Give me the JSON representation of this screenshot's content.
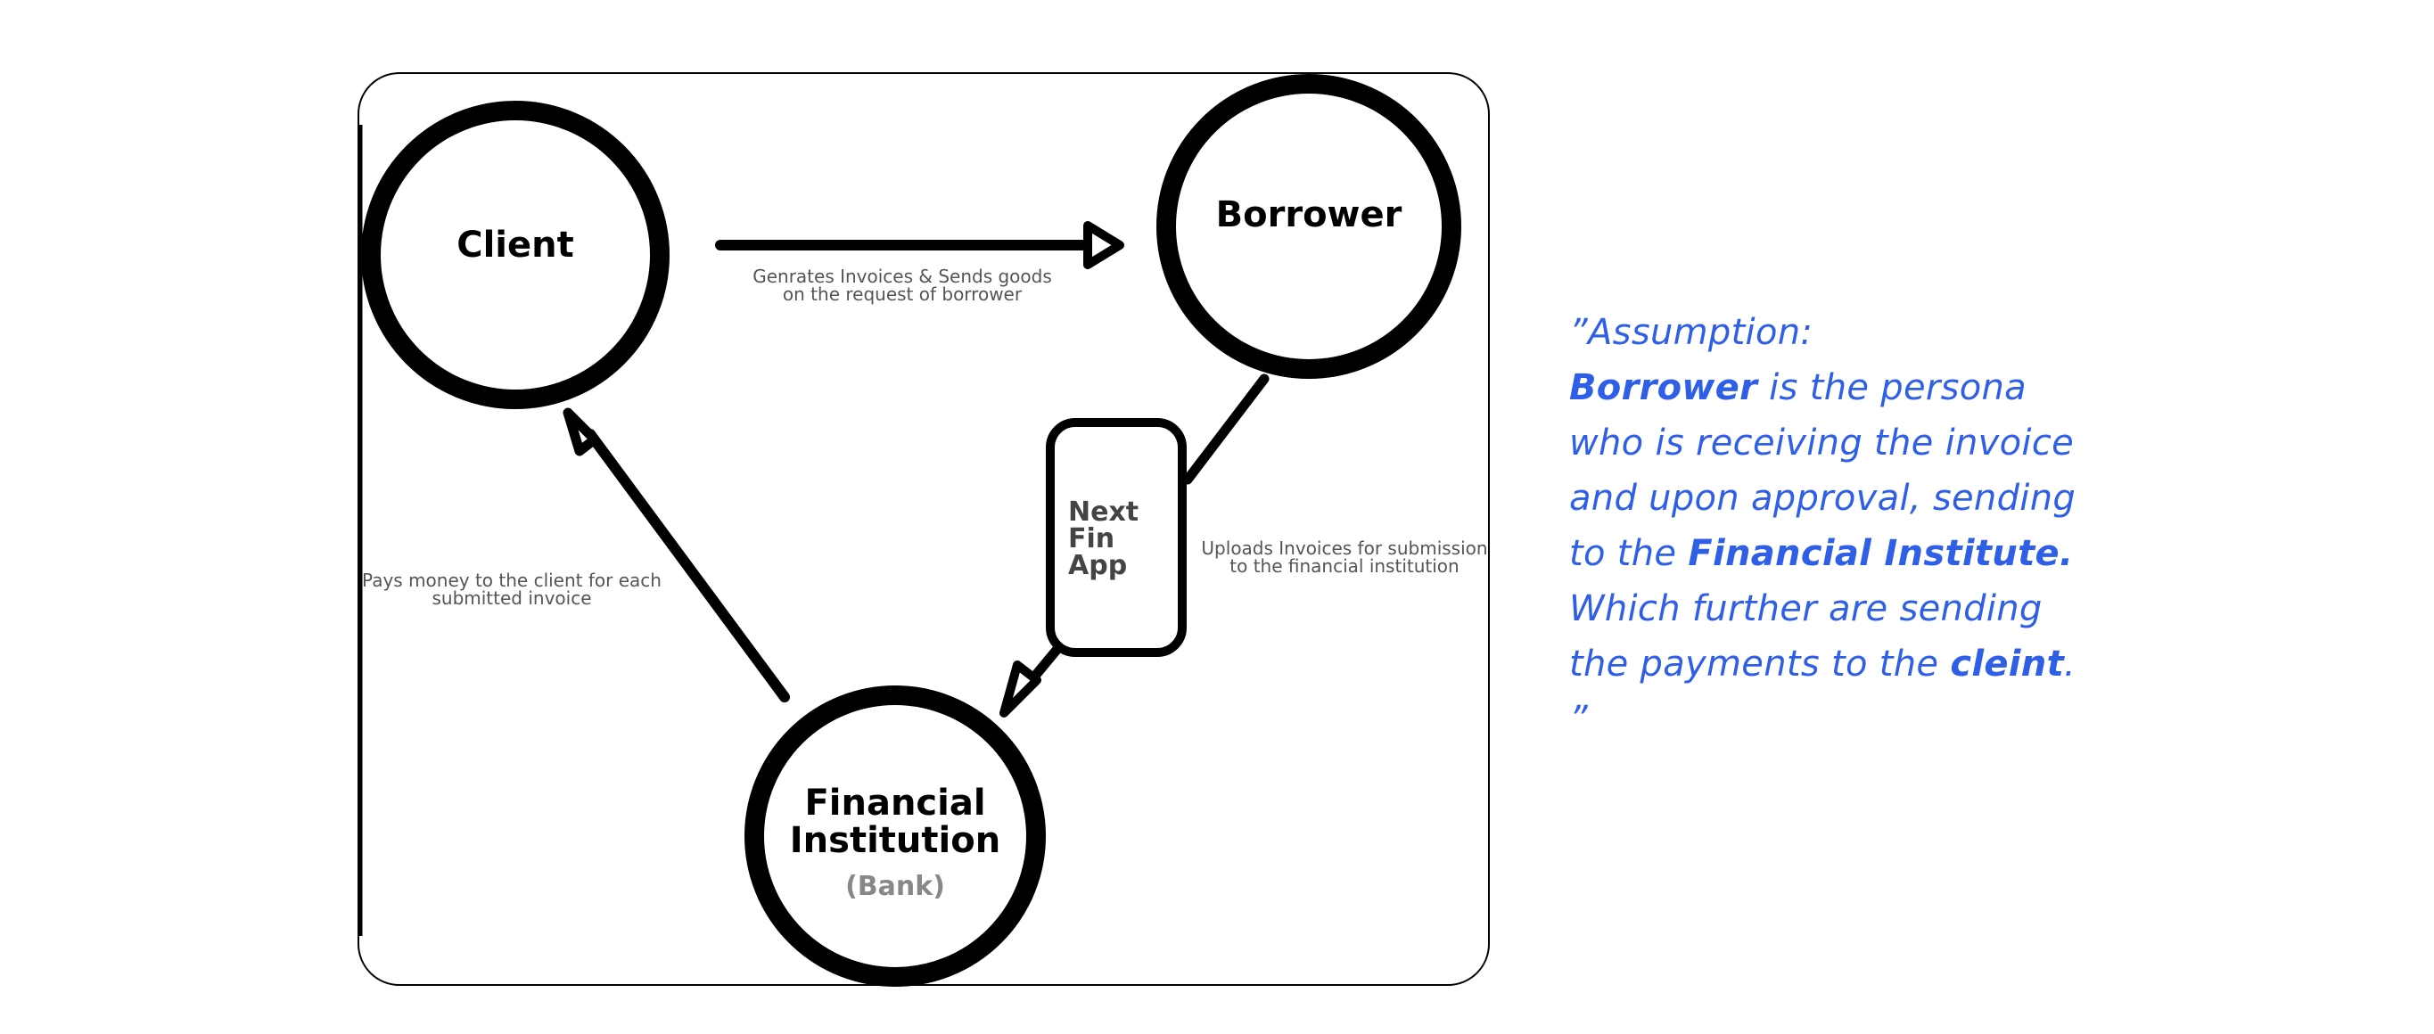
{
  "diagram": {
    "nodes": {
      "client": "Client",
      "borrower": "Borrower",
      "financial_line1": "Financial",
      "financial_line2": "Institution",
      "financial_sub": "(Bank)",
      "app_line1": "Next",
      "app_line2": "Fin",
      "app_line3": "App"
    },
    "edges": {
      "client_to_borrower_line1": "Genrates Invoices & Sends goods",
      "client_to_borrower_line2": "on the request of borrower",
      "borrower_to_bank_line1": "Uploads Invoices for submission",
      "borrower_to_bank_line2": "to the financial institution",
      "bank_to_client_line1": "Pays money to the client for each",
      "bank_to_client_line2": "submitted invoice"
    }
  },
  "note": {
    "open_quote": "”Assumption:",
    "l2_bold": "Borrower",
    "l2_rest": " is the persona",
    "l3": "who is receiving the invoice",
    "l4": "and upon approval, sending",
    "l5_pre": "to the ",
    "l5_bold": "Financial Institute.",
    "l6": "Which further are sending",
    "l7_pre": "the payments to the ",
    "l7_bold": "cleint",
    "l7_post": ".",
    "close_quote": "”"
  },
  "colors": {
    "stroke": "#000000",
    "note_text": "#2f5fe6",
    "muted": "#888888"
  }
}
